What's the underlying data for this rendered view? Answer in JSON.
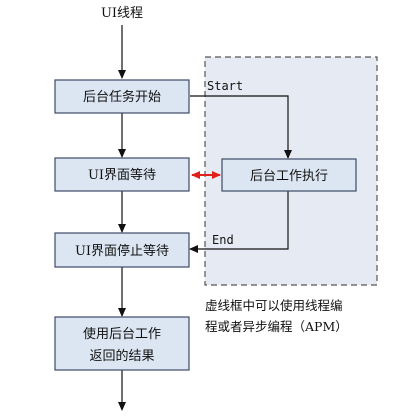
{
  "diagram": {
    "top_label": "UI线程",
    "nodes": {
      "start_task": "后台任务开始",
      "ui_wait": "UI界面等待",
      "ui_stop_wait": "UI界面停止等待",
      "use_result_line1": "使用后台工作",
      "use_result_line2": "返回的结果",
      "bg_execute": "后台工作执行"
    },
    "edge_labels": {
      "start": "Start",
      "end": "End"
    },
    "dashed_region_note_line1": "虚线框中可以使用线程编",
    "dashed_region_note_line2": "程或者异步编程（APM）"
  },
  "colors": {
    "box_fill": "#dce6f2",
    "box_border": "#3c4a66",
    "dashed_fill": "#e6ebf3",
    "dashed_border": "#555555",
    "arrow": "#111111",
    "sync_arrow": "#e0201b"
  }
}
